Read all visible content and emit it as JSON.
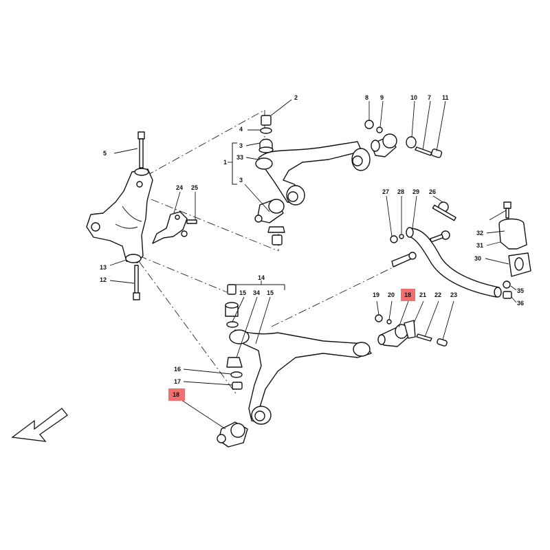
{
  "labels": {
    "l1": "1",
    "l2": "2",
    "l3a": "3",
    "l3b": "3",
    "l4": "4",
    "l5": "5",
    "l7": "7",
    "l8": "8",
    "l9": "9",
    "l10": "10",
    "l11": "11",
    "l12": "12",
    "l13": "13",
    "l14": "14",
    "l15a": "15",
    "l15b": "15",
    "l16": "16",
    "l17": "17",
    "l18a": "18",
    "l18b": "18",
    "l19": "19",
    "l20": "20",
    "l21": "21",
    "l22": "22",
    "l23": "23",
    "l24": "24",
    "l25": "25",
    "l26": "26",
    "l27": "27",
    "l28": "28",
    "l29": "29",
    "l30": "30",
    "l31": "31",
    "l32": "32",
    "l33": "33",
    "l34": "34",
    "l35": "35",
    "l36": "36"
  },
  "highlight_color": "#f07070",
  "icons": [
    "direction-arrow-icon"
  ]
}
